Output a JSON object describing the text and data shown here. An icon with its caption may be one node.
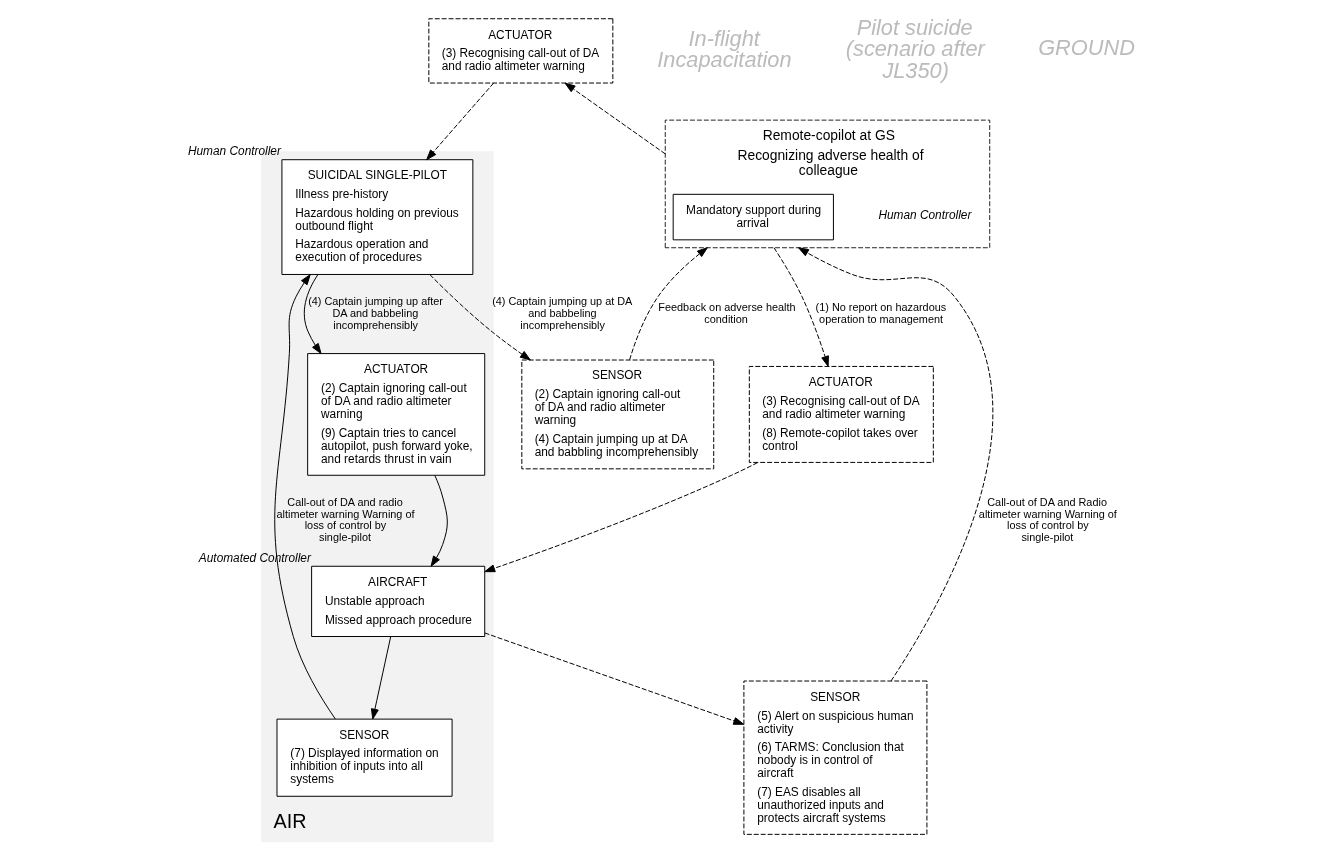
{
  "diagram": {
    "nodes": [
      {
        "text": [
          "Remote-copilot at GS",
          "Recognizing adverse health of colleague"
        ],
        "beside": [
          "Human Controller"
        ]
      },
      {
        "text": [
          "Mandatory support during arrival"
        ],
        "in": 0
      },
      {
        "text": [
          "ACTUATOR",
          "(3) Recognising call-out of DA and radio altimeter warning"
        ]
      },
      {
        "text": [
          "SENSOR",
          "(2) Captain ignoring call-out of DA and radio altimeter warning",
          "(4) Captain jumping up at DA and babbling incomprehensibly"
        ]
      },
      {
        "text": [
          "ACTUATOR",
          "(3) Recognising call-out of DA and radio altimeter warning",
          "(8) Remote-copilot takes over control"
        ]
      },
      {
        "text": [
          "SENSOR",
          "(5) Alert on suspicious human activity",
          "(6) TARMS: Conclusion that nobody is in control of aircraft",
          "(7) EAS disables all unauthorized inputs and protects aircraft systems"
        ]
      },
      {
        "text": [
          "AIR"
        ]
      },
      {
        "text": [
          "SUICIDAL SINGLE-PILOT",
          "Illness pre-history",
          "Hazardous holding on previous outbound flight",
          "Hazardous operation and execution of procedures"
        ],
        "beside": [
          "Human Controller"
        ],
        "in": 6
      },
      {
        "text": [
          "ACTUATOR",
          "(2) Captain ignoring call-out of DA and radio altimeter warning",
          "(9) Captain tries to cancel autopilot, push forward yoke, and retards thrust in vain"
        ],
        "in": 6
      },
      {
        "text": [
          "SENSOR",
          "(7) Displayed information on inhibition of inputs into all systems"
        ],
        "in": 6
      },
      {
        "text": [
          "AIRCRAFT",
          "Unstable approach",
          "Missed approach procedure"
        ],
        "beside": [
          "Automated Controller"
        ],
        "in": 6
      }
    ],
    "edges": [
      {
        "from": 0,
        "to": 4,
        "arrow": "to",
        "style": "dashed",
        "label": "(1) No report on hazardous operation to management"
      },
      {
        "from": 0,
        "to": 2,
        "arrow": "to",
        "style": "dashed"
      },
      {
        "from": 3,
        "to": 0,
        "arrow": "to",
        "style": "dashed",
        "label": "Feedback on adverse health condition"
      },
      {
        "from": 5,
        "to": 0,
        "arrow": "to",
        "style": "dashed",
        "label": "Call-out of DA and Radio altimeter warning Warning of loss of control by single-pilot"
      },
      {
        "from": 2,
        "to": 7,
        "arrow": "to",
        "style": "dashed"
      },
      {
        "from": 7,
        "to": 3,
        "arrow": "to",
        "style": "dashed",
        "label": "(4) Captain jumping up at DA and babbeling incomprehensibly"
      },
      {
        "from": 7,
        "to": 8,
        "arrow": "to",
        "label": "(4) Captain jumping up after DA and babbeling incomprehensibly"
      },
      {
        "from": 9,
        "to": 7,
        "arrow": "to",
        "label": "Call-out of DA and radio altimeter warning Warning of loss of control by single-pilot"
      },
      {
        "from": 8,
        "to": 10,
        "arrow": "to"
      },
      {
        "from": 10,
        "to": 9,
        "arrow": "to"
      },
      {
        "from": 4,
        "to": 10,
        "arrow": "to",
        "style": "dashed"
      },
      {
        "from": 10,
        "to": 5,
        "arrow": "to",
        "style": "dashed"
      }
    ],
    "labels": [
      "In-flight Incapacitation",
      "Pilot suicide (scenario after JL350)",
      "GROUND"
    ]
  }
}
